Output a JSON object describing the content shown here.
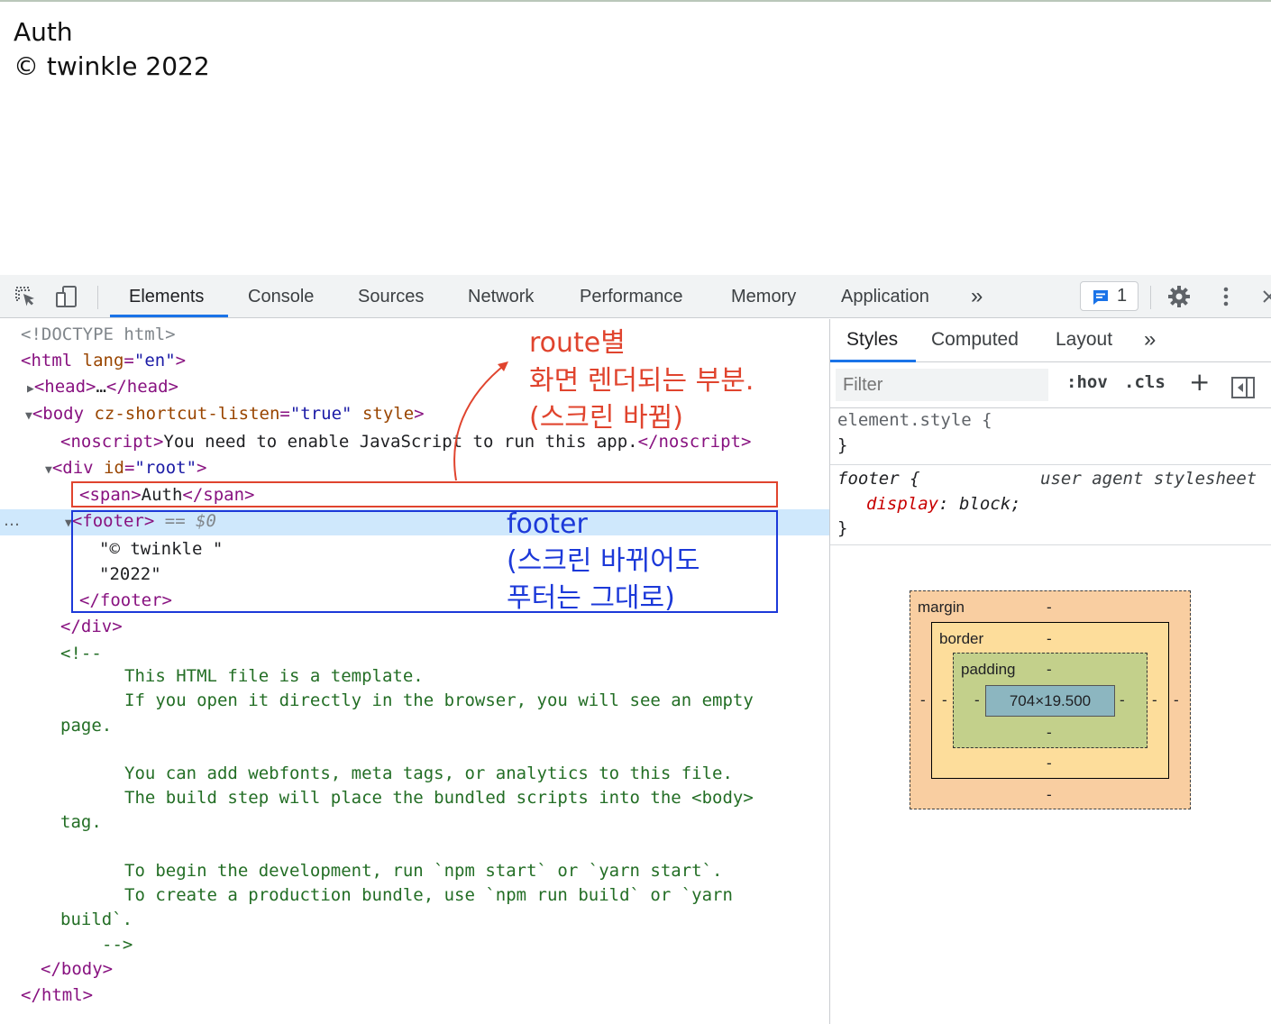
{
  "page": {
    "lines": [
      "Auth",
      "© twinkle 2022"
    ]
  },
  "toolbar": {
    "tabs": [
      "Elements",
      "Console",
      "Sources",
      "Network",
      "Performance",
      "Memory",
      "Application"
    ],
    "more": "»",
    "issues_count": "1"
  },
  "dom": {
    "doctype": "<!DOCTYPE html>",
    "html_open_tag": "<html",
    "html_lang_attr": "lang",
    "html_lang_val": "\"en\"",
    "head_tag": "<head>",
    "head_ellipsis": "…",
    "head_close": "</head>",
    "body_open": "<body",
    "body_attr": "cz-shortcut-listen",
    "body_attr_val": "\"true\"",
    "body_style_attr": "style",
    "noscript_open": "<noscript>",
    "noscript_text": "You need to enable JavaScript to run this app.",
    "noscript_close": "</noscript>",
    "div_open": "<div",
    "div_id_attr": "id",
    "div_id_val": "\"root\"",
    "span_open": "<span>",
    "span_text": "Auth",
    "span_close": "</span>",
    "footer_open": "<footer>",
    "footer_eq": "== $0",
    "footer_text1": "\"© twinkle \"",
    "footer_text2": "\"2022\"",
    "footer_close": "</footer>",
    "div_close": "</div>",
    "comment_open": "<!--",
    "comment_lines": [
      "This HTML file is a template.",
      "If you open it directly in the browser, you will see an empty",
      "page.",
      "You can add webfonts, meta tags, or analytics to this file.",
      "The build step will place the bundled scripts into the <body>",
      "tag.",
      "To begin the development, run `npm start` or `yarn start`.",
      "To create a production bundle, use `npm run build` or `yarn",
      "build`."
    ],
    "comment_close": "-->",
    "body_close": "</body>",
    "html_close": "</html>",
    "dots": "…"
  },
  "annotations": {
    "red": [
      "route별",
      "화면 렌더되는 부분.",
      "(스크린 바뀜)"
    ],
    "blue": [
      "footer",
      "(스크린 바뀌어도",
      "푸터는 그대로)"
    ],
    "red_color": "#e0442e",
    "blue_color": "#1c39d9"
  },
  "styles": {
    "tabs": [
      "Styles",
      "Computed",
      "Layout"
    ],
    "more": "»",
    "filter_placeholder": "Filter",
    "hov": ":hov",
    "cls": ".cls",
    "plus": "+",
    "element_style_selector": "element.style {",
    "close_brace": "}",
    "footer_selector": "footer {",
    "user_agent": "user agent stylesheet",
    "prop_name": "display",
    "prop_colon": ": ",
    "prop_value": "block;",
    "close_brace2": "}"
  },
  "box_model": {
    "margin_label": "margin",
    "border_label": "border",
    "padding_label": "padding",
    "content_size": "704×19.500",
    "dash": "-"
  }
}
